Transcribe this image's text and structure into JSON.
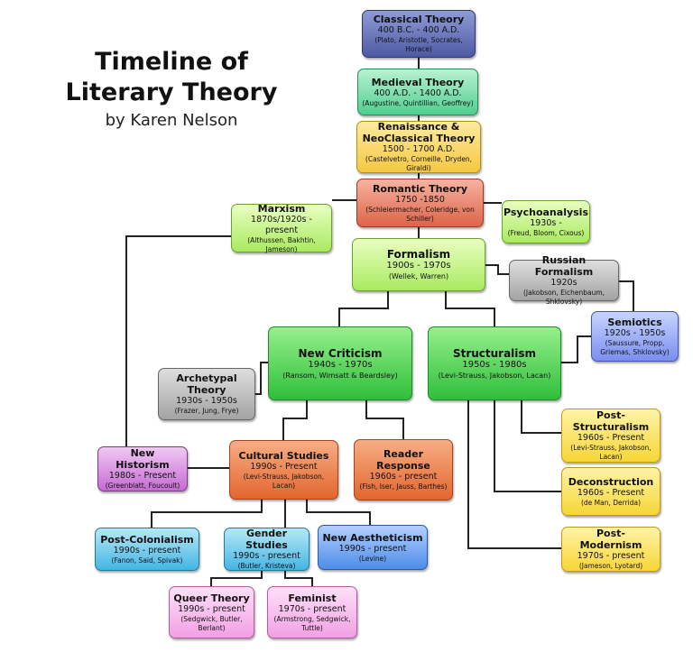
{
  "title": {
    "line1": "Timeline of",
    "line2": "Literary Theory",
    "byline": "by Karen Nelson"
  },
  "nodes": {
    "classical": {
      "name": "Classical Theory",
      "dates": "400 B.C. - 400 A.D.",
      "people": "(Plato, Aristotle, Socrates, Horace)"
    },
    "medieval": {
      "name": "Medieval Theory",
      "dates": "400 A.D. - 1400 A.D.",
      "people": "(Augustine, Quintillian, Geoffrey)"
    },
    "renaissance": {
      "name": "Renaissance & NeoClassical Theory",
      "dates": "1500 - 1700 A.D.",
      "people": "(Castelvetro, Corneille, Dryden, Giraldi)"
    },
    "romantic": {
      "name": "Romantic Theory",
      "dates": "1750 -1850",
      "people": "(Schleiermacher, Coleridge, von Schiller)"
    },
    "marxism": {
      "name": "Marxism",
      "dates": "1870s/1920s - present",
      "people": "(Althussen, Bakhtin, Jameson)"
    },
    "psychoanalysis": {
      "name": "Psychoanalysis",
      "dates": "1930s -",
      "people": "(Freud, Bloom, Cixous)"
    },
    "formalism": {
      "name": "Formalism",
      "dates": "1900s - 1970s",
      "people": "(Wellek, Warren)"
    },
    "russian": {
      "name": "Russian Formalism",
      "dates": "1920s",
      "people": "(Jakobson, Eichenbaum, Shklovsky)"
    },
    "semiotics": {
      "name": "Semiotics",
      "dates": "1920s - 1950s",
      "people": "(Saussure, Propp, Griemas, Shklovsky)"
    },
    "newcriticism": {
      "name": "New Criticism",
      "dates": "1940s - 1970s",
      "people": "(Ransom, Wimsatt & Beardsley)"
    },
    "structuralism": {
      "name": "Structuralism",
      "dates": "1950s - 1980s",
      "people": "(Levi-Strauss, Jakobson, Lacan)"
    },
    "archetypal": {
      "name": "Archetypal Theory",
      "dates": "1930s - 1950s",
      "people": "(Frazer, Jung, Frye)"
    },
    "newhistorism": {
      "name": "New Historism",
      "dates": "1980s - Present",
      "people": "(Greenblatt, Foucoult)"
    },
    "cultural": {
      "name": "Cultural Studies",
      "dates": "1990s - Present",
      "people": "(Levi-Strauss, Jakobson, Lacan)"
    },
    "reader": {
      "name": "Reader Response",
      "dates": "1960s - present",
      "people": "(Fish, Iser, Jauss, Barthes)"
    },
    "poststruct": {
      "name": "Post-Structuralism",
      "dates": "1960s - Present",
      "people": "(Levi-Strauss, Jakobson, Lacan)"
    },
    "deconstruction": {
      "name": "Deconstruction",
      "dates": "1960s - Present",
      "people": "(de Man, Derrida)"
    },
    "postmodernism": {
      "name": "Post-Modernism",
      "dates": "1970s - present",
      "people": "(Jameson, Lyotard)"
    },
    "postcolonial": {
      "name": "Post-Colonialism",
      "dates": "1990s - present",
      "people": "(Fanon, Said, Spivak)"
    },
    "gender": {
      "name": "Gender Studies",
      "dates": "1990s - present",
      "people": "(Butler, Kristeva)"
    },
    "aestheticism": {
      "name": "New Aestheticism",
      "dates": "1990s - present",
      "people": "(Levine)"
    },
    "queer": {
      "name": "Queer Theory",
      "dates": "1990s - present",
      "people": "(Sedgwick, Butler, Berlant)"
    },
    "feminist": {
      "name": "Feminist",
      "dates": "1970s - present",
      "people": "(Armstrong, Sedgwick, Tuttle)"
    }
  },
  "connections": [
    [
      "classical",
      "medieval"
    ],
    [
      "medieval",
      "renaissance"
    ],
    [
      "renaissance",
      "romantic"
    ],
    [
      "romantic",
      "marxism"
    ],
    [
      "romantic",
      "psychoanalysis"
    ],
    [
      "romantic",
      "formalism"
    ],
    [
      "marxism",
      "newhistorism"
    ],
    [
      "formalism",
      "russian"
    ],
    [
      "russian",
      "semiotics"
    ],
    [
      "formalism",
      "newcriticism"
    ],
    [
      "formalism",
      "structuralism"
    ],
    [
      "semiotics",
      "structuralism"
    ],
    [
      "newcriticism",
      "archetypal"
    ],
    [
      "newcriticism",
      "cultural"
    ],
    [
      "newcriticism",
      "reader"
    ],
    [
      "structuralism",
      "poststruct"
    ],
    [
      "structuralism",
      "deconstruction"
    ],
    [
      "structuralism",
      "postmodernism"
    ],
    [
      "cultural",
      "newhistorism"
    ],
    [
      "cultural",
      "postcolonial"
    ],
    [
      "cultural",
      "gender"
    ],
    [
      "cultural",
      "aestheticism"
    ],
    [
      "gender",
      "queer"
    ],
    [
      "gender",
      "feminist"
    ]
  ]
}
